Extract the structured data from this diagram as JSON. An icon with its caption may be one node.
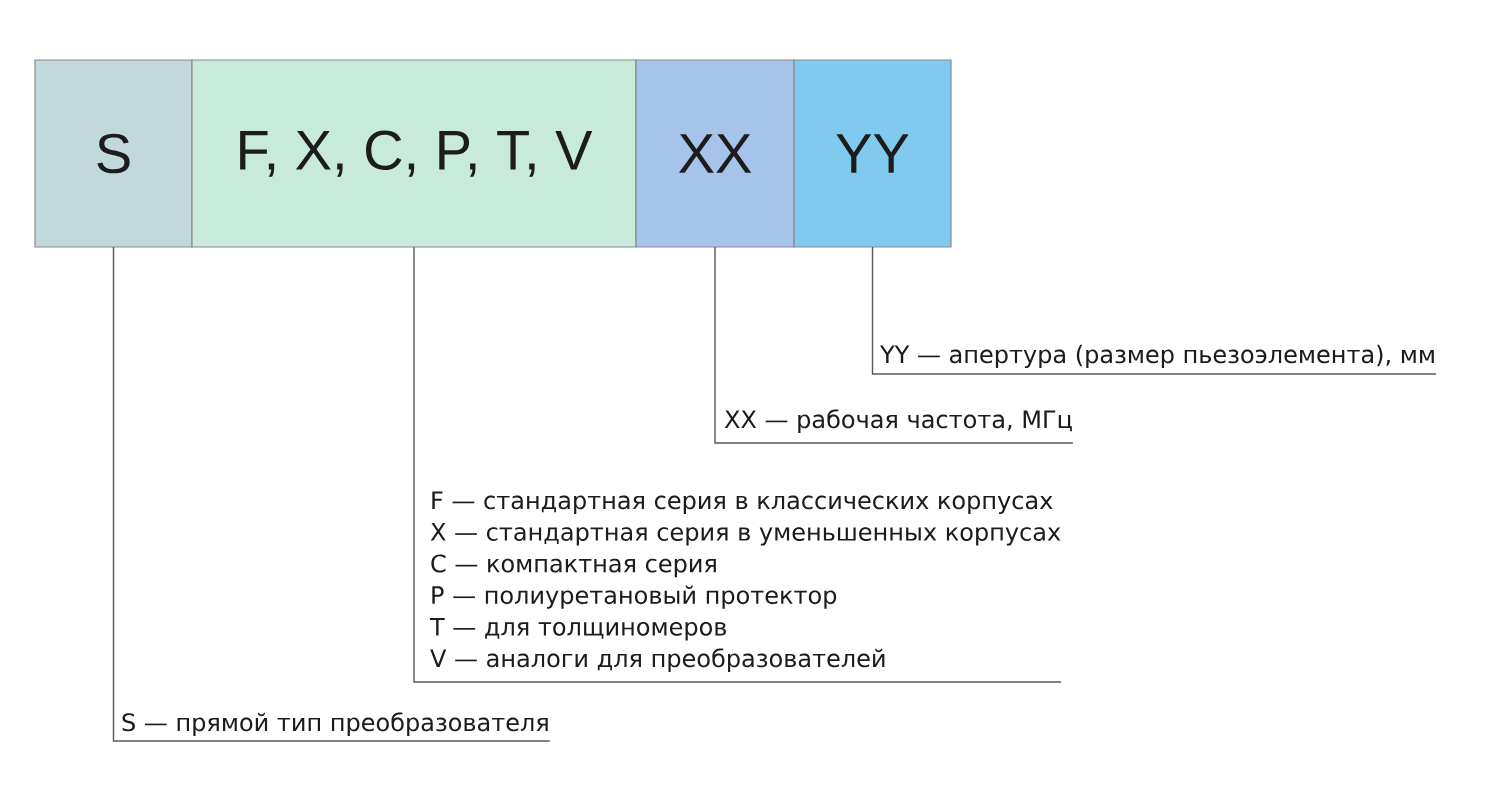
{
  "diagram": {
    "nodes": [
      {
        "text": [
          "S"
        ]
      },
      {
        "text": [
          "F, X, C, P, T, V"
        ]
      },
      {
        "text": [
          "XX"
        ]
      },
      {
        "text": [
          "YY"
        ]
      },
      {
        "text": [
          "YY — апертура (размер пьезоэлемента), мм"
        ]
      },
      {
        "text": [
          "XX — рабочая частота, МГц"
        ]
      },
      {
        "text": [
          "F — стандартная серия в классических корпусах",
          "X — стандартная серия в уменьшенных корпусах",
          "C — компактная серия",
          "P — полиуретановый протектор",
          "T — для толщиномеров",
          "V — аналоги для преобразователей"
        ]
      },
      {
        "text": [
          "S — прямой тип преобразователя"
        ]
      }
    ],
    "edges": [
      {
        "from": 4,
        "to": 3,
        "arrow": "none"
      },
      {
        "from": 5,
        "to": 2,
        "arrow": "none"
      },
      {
        "from": 6,
        "to": 1,
        "arrow": "none"
      },
      {
        "from": 7,
        "to": 0,
        "arrow": "none"
      }
    ]
  }
}
